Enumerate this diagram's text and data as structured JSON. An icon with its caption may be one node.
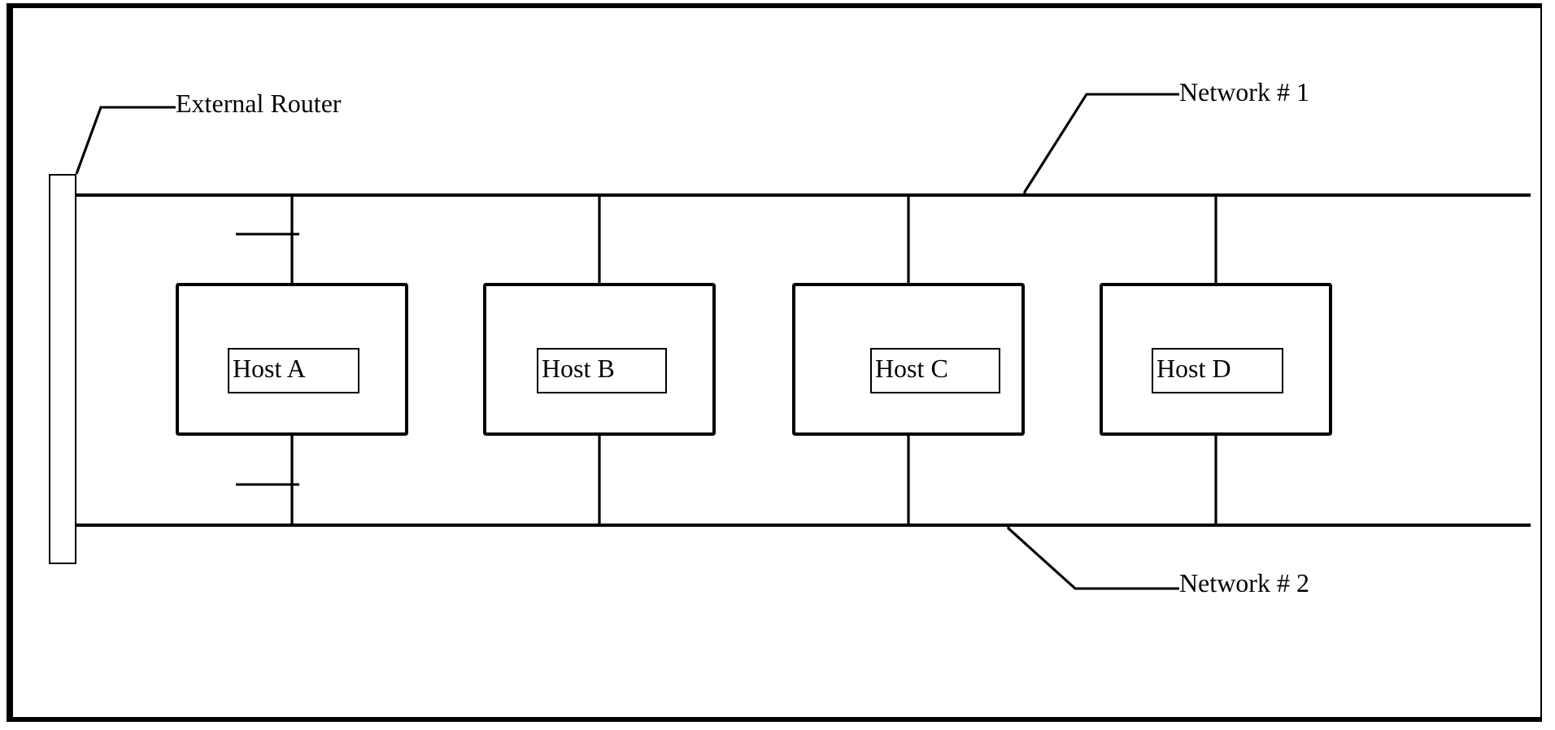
{
  "diagram": {
    "nodes": [
      {
        "text": [
          "External Router"
        ]
      },
      {
        "text": [
          "Network # 1"
        ]
      },
      {
        "text": [],
        "shape": "bar"
      },
      {
        "text": [],
        "shape": "bar"
      },
      {
        "text": [],
        "shape": "box"
      },
      {
        "text": [
          "Host A"
        ],
        "in": 4
      },
      {
        "text": [],
        "shape": "box"
      },
      {
        "text": [
          "Host B"
        ],
        "in": 6
      },
      {
        "text": [],
        "shape": "box"
      },
      {
        "text": [
          "Host C"
        ],
        "in": 8
      },
      {
        "text": [],
        "shape": "box"
      },
      {
        "text": [
          "Host D"
        ],
        "in": 10
      },
      {
        "text": [],
        "shape": "bar"
      },
      {
        "text": [
          "Network # 2"
        ]
      }
    ],
    "edges": [
      {
        "from": 0,
        "to": 2,
        "arrow": "none"
      },
      {
        "from": 1,
        "to": 3,
        "arrow": "none"
      },
      {
        "from": 4,
        "to": 3,
        "arrow": "none"
      },
      {
        "from": 4,
        "to": 12,
        "arrow": "none"
      },
      {
        "from": 6,
        "to": 3,
        "arrow": "none"
      },
      {
        "from": 6,
        "to": 12,
        "arrow": "none"
      },
      {
        "from": 8,
        "to": 3,
        "arrow": "none"
      },
      {
        "from": 8,
        "to": 12,
        "arrow": "none"
      },
      {
        "from": 10,
        "to": 3,
        "arrow": "none"
      },
      {
        "from": 10,
        "to": 12,
        "arrow": "none"
      },
      {
        "from": 13,
        "to": 12,
        "arrow": "none"
      }
    ]
  }
}
